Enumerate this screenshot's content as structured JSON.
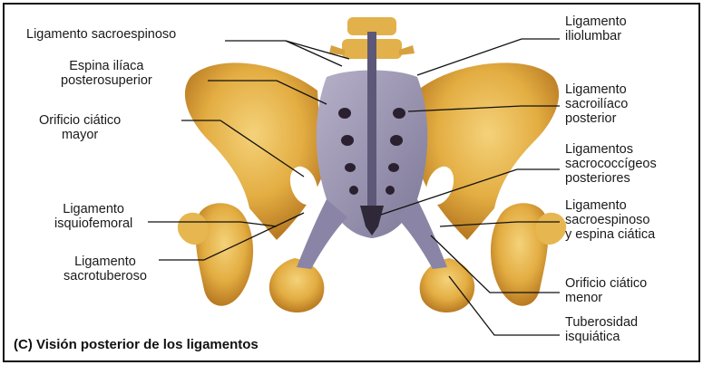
{
  "labels": {
    "lig_sacroespinoso": "Ligamento sacroespinoso",
    "espina_iliaca": [
      "Espina ilíaca",
      "posterosuperior"
    ],
    "orificio_mayor": [
      "Orificio ciático",
      "mayor"
    ],
    "lig_isquiofemoral": [
      "Ligamento",
      "isquiofemoral"
    ],
    "lig_sacrotuberoso": [
      "Ligamento",
      "sacrotuberoso"
    ],
    "lig_iliolumbar": [
      "Ligamento",
      "iliolumbar"
    ],
    "lig_sacroiliaco": [
      "Ligamento",
      "sacroilíaco",
      "posterior"
    ],
    "lig_sacrococcigeos": [
      "Ligamentos",
      "sacrococcígeos",
      "posteriores"
    ],
    "lig_sacroespinoso_espina": [
      "Ligamento",
      "sacroespinoso",
      "y espina ciática"
    ],
    "orificio_menor": [
      "Orificio ciático",
      "menor"
    ],
    "tuberosidad": [
      "Tuberosidad",
      "isquiática"
    ]
  },
  "caption": "(C) Visión posterior de los ligamentos",
  "colors": {
    "bone": "#e8b84a",
    "bone_dark": "#b87a22",
    "ligament": "#8c86a8",
    "ligament_light": "#b6b0c8",
    "leader": "#111111"
  }
}
